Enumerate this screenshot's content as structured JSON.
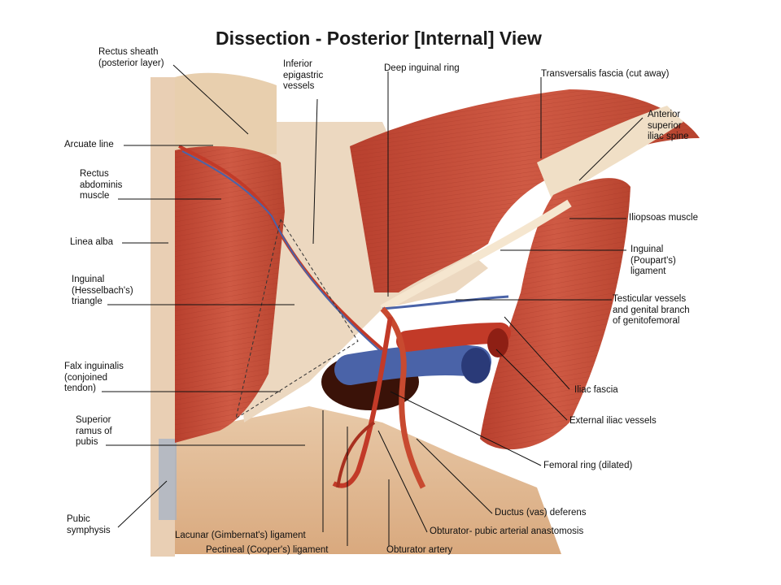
{
  "title": "Dissection - Posterior [Internal] View",
  "labels": {
    "rectus_sheath": "Rectus sheath\n(posterior layer)",
    "inferior_epigastric": "Inferior\nepigastric\nvessels",
    "deep_inguinal_ring": "Deep inguinal ring",
    "transversalis_fascia": "Transversalis fascia (cut away)",
    "anterior_superior_iliac_spine": "Anterior\nsuperior\niliac spine",
    "arcuate_line": "Arcuate line",
    "rectus_abdominis": "Rectus\nabdominis\nmuscle",
    "iliopsoas": "Iliopsoas muscle",
    "linea_alba": "Linea alba",
    "inguinal_ligament": "Inguinal\n(Poupart's)\nligament",
    "hesselbach_triangle": "Inguinal\n(Hesselbach's)\ntriangle",
    "testicular_vessels": "Testicular vessels\nand genital branch\nof genitofemoral",
    "falx_inguinalis": "Falx inguinalis\n(conjoined\ntendon)",
    "iliac_fascia": "Iliac fascia",
    "external_iliac_vessels": "External iliac vessels",
    "superior_ramus_pubis": "Superior\nramus of\npubis",
    "femoral_ring": "Femoral ring (dilated)",
    "ductus_deferens": "Ductus (vas) deferens",
    "pubic_symphysis": "Pubic\nsymphysis",
    "lacunar_ligament": "Lacunar (Gimbernat's) ligament",
    "obturator_anastomosis": "Obturator- pubic arterial anastomosis",
    "pectineal_ligament": "Pectineal (Cooper's) ligament",
    "obturator_artery": "Obturator artery"
  }
}
